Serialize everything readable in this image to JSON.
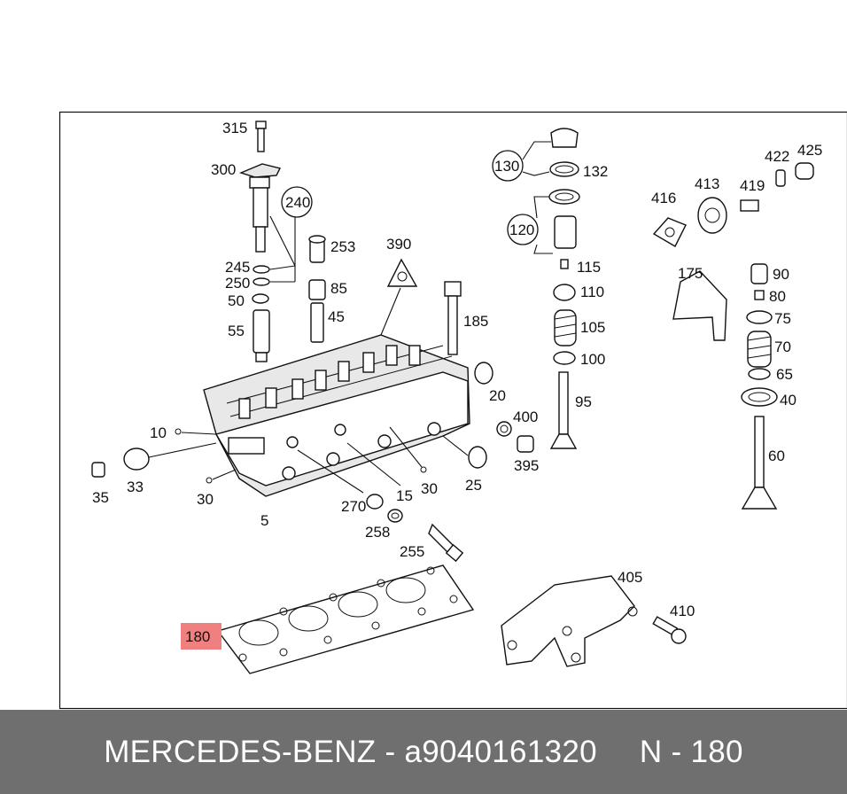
{
  "callouts": {
    "c315": "315",
    "c300": "300",
    "c240": "240",
    "c245": "245",
    "c250": "250",
    "c50": "50",
    "c55": "55",
    "c253": "253",
    "c85": "85",
    "c45": "45",
    "c390": "390",
    "c185": "185",
    "c130": "130",
    "c132": "132",
    "c120": "120",
    "c115": "115",
    "c110": "110",
    "c105": "105",
    "c100": "100",
    "c95": "95",
    "c20": "20",
    "c400": "400",
    "c395": "395",
    "c25": "25",
    "c416": "416",
    "c413": "413",
    "c419": "419",
    "c422": "422",
    "c425": "425",
    "c175": "175",
    "c90": "90",
    "c80": "80",
    "c75": "75",
    "c70": "70",
    "c65": "65",
    "c40": "40",
    "c60": "60",
    "c10": "10",
    "c33": "33",
    "c35": "35",
    "c30a": "30",
    "c5": "5",
    "c270": "270",
    "c15": "15",
    "c30b": "30",
    "c258": "258",
    "c255": "255",
    "c405": "405",
    "c410": "410",
    "c180": "180"
  },
  "highlight": {
    "part": "180",
    "color": "#f08080"
  },
  "footer": {
    "brand": "MERCEDES-BENZ - a9040161320",
    "ref": "N - 180"
  }
}
